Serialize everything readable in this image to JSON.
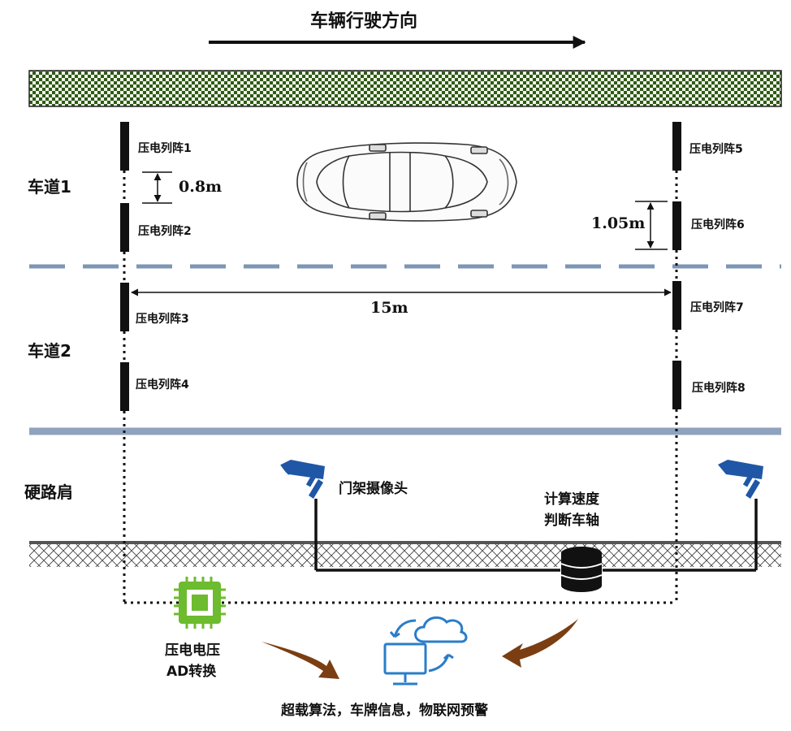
{
  "title": "车辆行驶方向",
  "lanes": {
    "lane1": "车道1",
    "lane2": "车道2",
    "shoulder": "硬路肩"
  },
  "sensors": {
    "s1": "压电列阵1",
    "s2": "压电列阵2",
    "s3": "压电列阵3",
    "s4": "压电列阵4",
    "s5": "压电列阵5",
    "s6": "压电列阵6",
    "s7": "压电列阵7",
    "s8": "压电列阵8"
  },
  "dimensions": {
    "gap_left": "0.8m",
    "gap_right": "1.05m",
    "span": "15m"
  },
  "camera_label": "门架摄像头",
  "server_label": {
    "line1": "计算速度",
    "line2": "判断车轴"
  },
  "adc_label": {
    "line1": "压电电压",
    "line2": "AD转换"
  },
  "output_label": "超载算法，车牌信息，物联网预警",
  "colors": {
    "lane_divider": "#7e95b4",
    "shoulder_line": "#8fa3be",
    "chip_green": "#6dbb2e",
    "camera_blue": "#1f57a6",
    "cloud_blue": "#2a7dc9",
    "arrow_brown": "#7a3e12",
    "grass_green": "#2e5a16"
  }
}
